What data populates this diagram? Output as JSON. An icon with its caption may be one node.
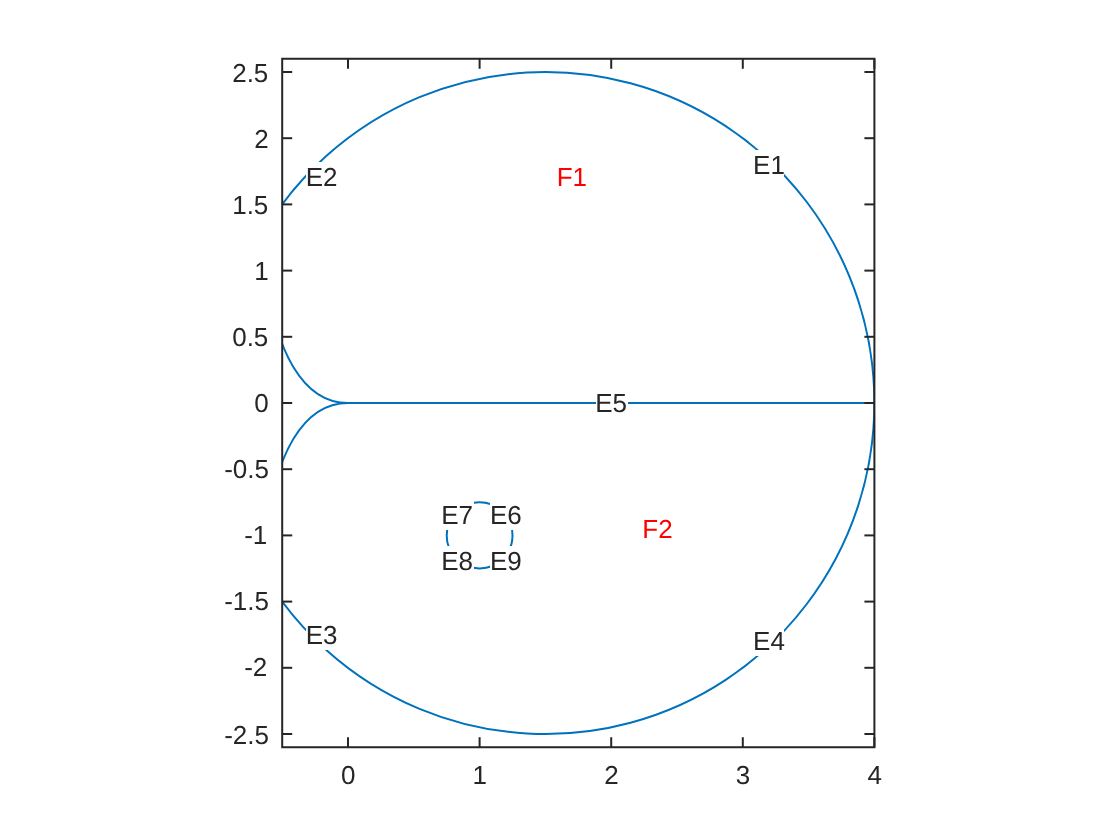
{
  "diagram": {
    "labels": [
      "2.5",
      "2",
      "1.5",
      "1",
      "0.5",
      "0",
      "-0.5",
      "-1",
      "-1.5",
      "-2",
      "-2.5",
      "0",
      "1",
      "2",
      "3",
      "4",
      "E2",
      "F1",
      "E1",
      "E5",
      "E7",
      "E6",
      "F2",
      "E8",
      "E9",
      "E3",
      "E4"
    ]
  }
}
